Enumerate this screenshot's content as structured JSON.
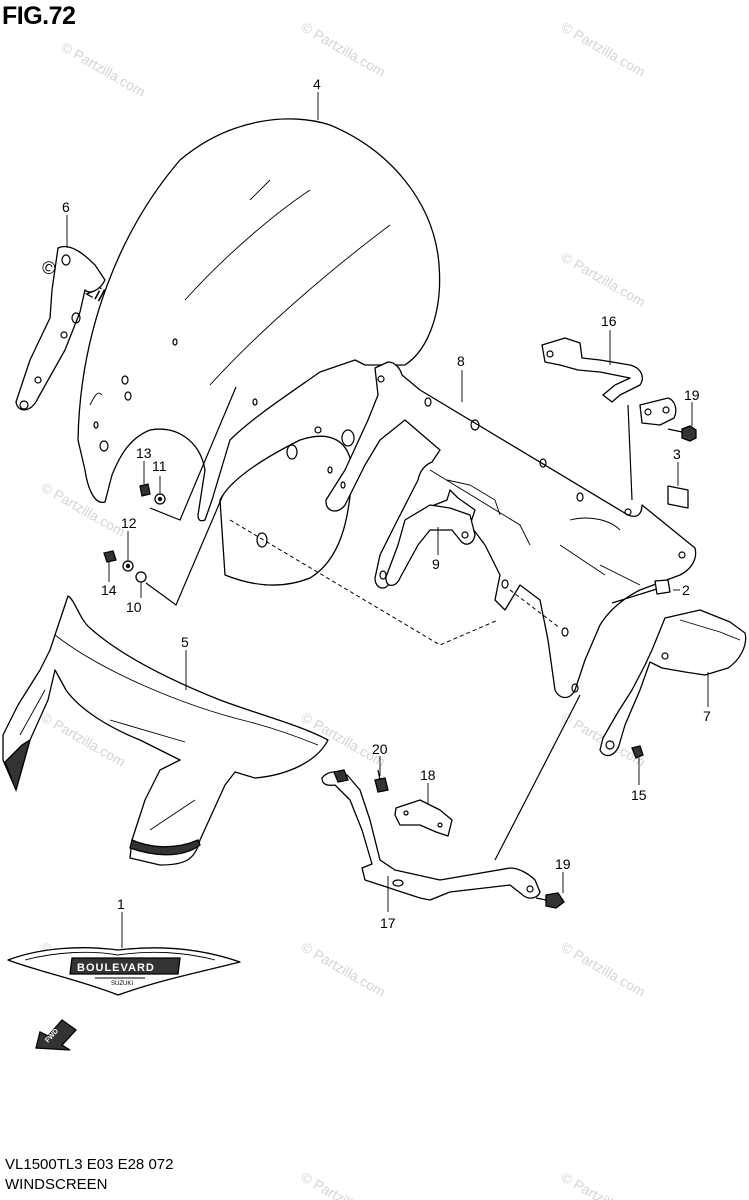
{
  "figure": {
    "title": "FIG.72"
  },
  "footer": {
    "model_code": "VL1500TL3  E03  E28  072",
    "section_name": "WINDSCREEN"
  },
  "watermark": {
    "text": "© Partzilla.com",
    "color": "#d4d4d4"
  },
  "badge": {
    "text": "BOULEVARD",
    "sub_text": "SUZUKI"
  },
  "fwd_arrow": {
    "text": "FWD"
  },
  "callouts": [
    {
      "number": "1"
    },
    {
      "number": "2"
    },
    {
      "number": "3"
    },
    {
      "number": "4"
    },
    {
      "number": "5"
    },
    {
      "number": "6"
    },
    {
      "number": "7"
    },
    {
      "number": "8"
    },
    {
      "number": "9"
    },
    {
      "number": "10"
    },
    {
      "number": "11"
    },
    {
      "number": "12"
    },
    {
      "number": "13"
    },
    {
      "number": "14"
    },
    {
      "number": "15"
    },
    {
      "number": "16"
    },
    {
      "number": "17"
    },
    {
      "number": "18"
    },
    {
      "number": "19"
    },
    {
      "number": "19"
    },
    {
      "number": "20"
    }
  ]
}
